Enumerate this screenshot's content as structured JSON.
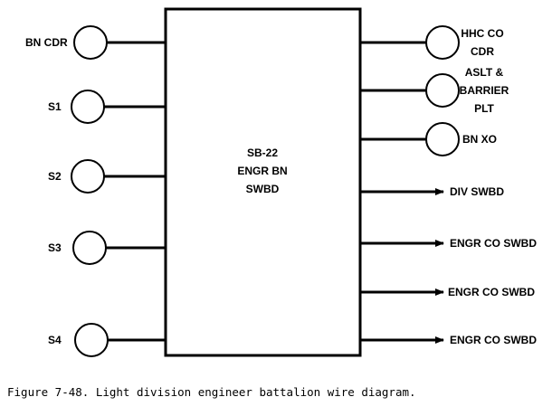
{
  "switchboard": {
    "lines": [
      "SB-22",
      "ENGR BN",
      "SWBD"
    ]
  },
  "left_phones": [
    {
      "label": [
        "BN CDR"
      ]
    },
    {
      "label": [
        "S1"
      ]
    },
    {
      "label": [
        "S2"
      ]
    },
    {
      "label": [
        "S3"
      ]
    },
    {
      "label": [
        "S4"
      ]
    }
  ],
  "right_phones": [
    {
      "label": [
        "HHC CO",
        "CDR"
      ]
    },
    {
      "label": [
        "ASLT &",
        "BARRIER",
        "PLT"
      ]
    },
    {
      "label": [
        "BN XO"
      ]
    }
  ],
  "trunks": [
    {
      "label": "DIV SWBD"
    },
    {
      "label": "ENGR CO SWBD"
    },
    {
      "label": "ENGR CO SWBD"
    },
    {
      "label": "ENGR CO SWBD"
    }
  ],
  "caption": "Figure 7-48. Light division engineer battalion wire diagram."
}
